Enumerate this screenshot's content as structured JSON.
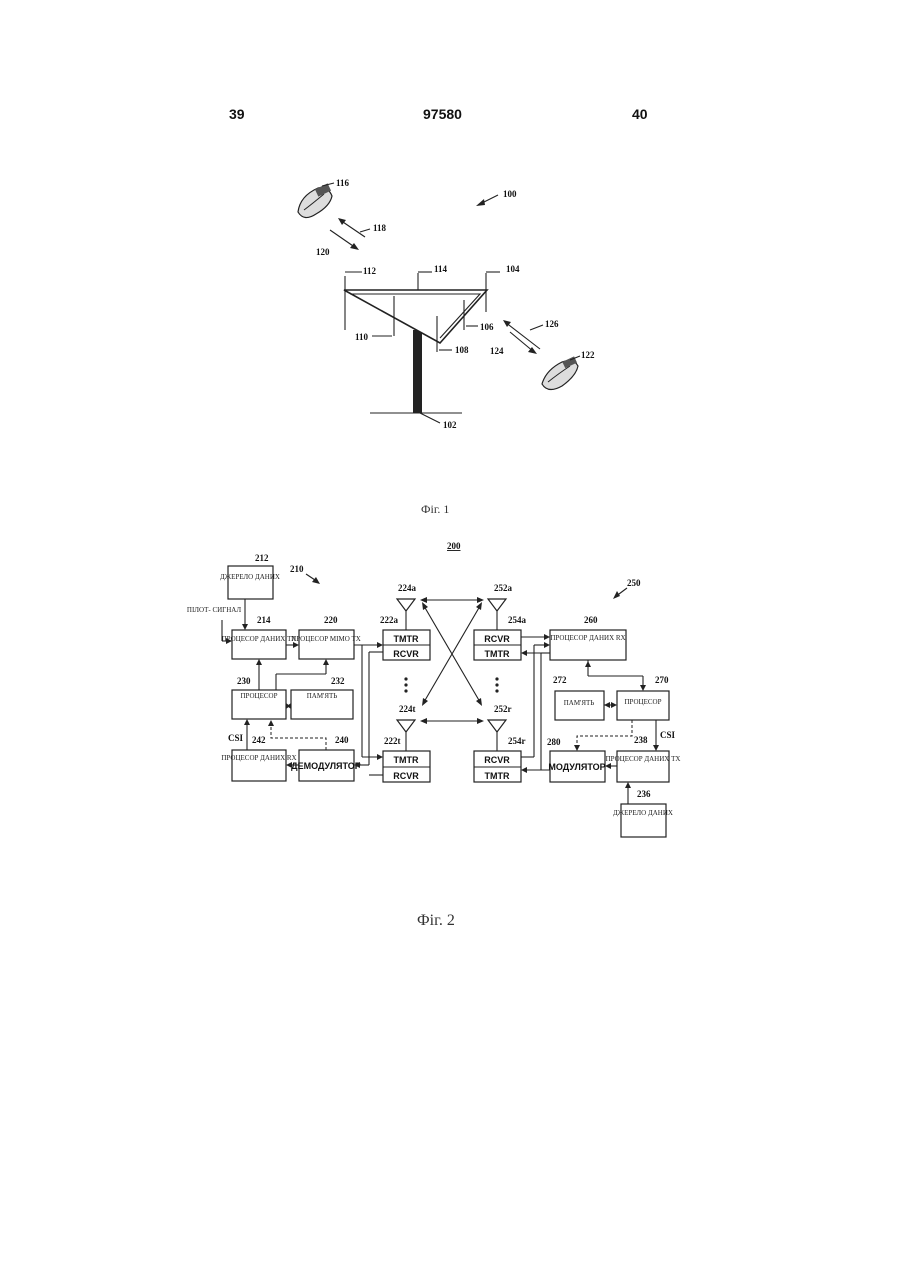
{
  "header": {
    "page_left": "39",
    "patent_number": "97580",
    "page_right": "40"
  },
  "fig1": {
    "caption": "Фіг. 1",
    "labels": {
      "system": "100",
      "base_station": "102",
      "ant104": "104",
      "ant106": "106",
      "ant108": "108",
      "ant110": "110",
      "ant112": "112",
      "ant114": "114",
      "terminal116": "116",
      "link118": "118",
      "link120": "120",
      "terminal122": "122",
      "link124": "124",
      "link126": "126"
    }
  },
  "fig2": {
    "caption": "Фіг. 2",
    "labels": {
      "system": "200",
      "sys210": "210",
      "sys250": "250",
      "n212": "212",
      "n214": "214",
      "n220": "220",
      "n222a": "222a",
      "n222t": "222t",
      "n224a": "224a",
      "n224t": "224t",
      "n230": "230",
      "n232": "232",
      "n240": "240",
      "n242": "242",
      "n252a": "252a",
      "n252r": "252r",
      "n254a": "254a",
      "n254r": "254r",
      "n260": "260",
      "n270": "270",
      "n272": "272",
      "n280": "280",
      "n238": "238",
      "n236": "236"
    },
    "blocks": {
      "data_source_1": "ДЖЕРЕЛО ДАНИХ",
      "pilot": "ПІЛОТ- СИГНАЛ",
      "tx_data_proc_1": "ПРОЦЕСОР ДАНИХ ТХ",
      "mimo_proc": "ПРОЦЕСОР МІМО ТХ",
      "proc_1": "ПРОЦЕСОР",
      "memory_1": "ПАМ'ЯТЬ",
      "rx_data_proc_1": "ПРОЦЕСОР ДАНИХ RX",
      "demod": "ДЕМОДУЛЯТОР",
      "tmtr": "TMTR",
      "rcvr": "RCVR",
      "rx_data_proc_2": "ПРОЦЕСОР ДАНИХ RX",
      "memory_2": "ПАМ'ЯТЬ",
      "proc_2": "ПРОЦЕСОР",
      "mod": "МОДУЛЯТОР",
      "tx_data_proc_2": "ПРОЦЕСОР ДАНИХ ТХ",
      "data_source_2": "ДЖЕРЕЛО ДАНИХ",
      "csi": "CSI"
    }
  }
}
